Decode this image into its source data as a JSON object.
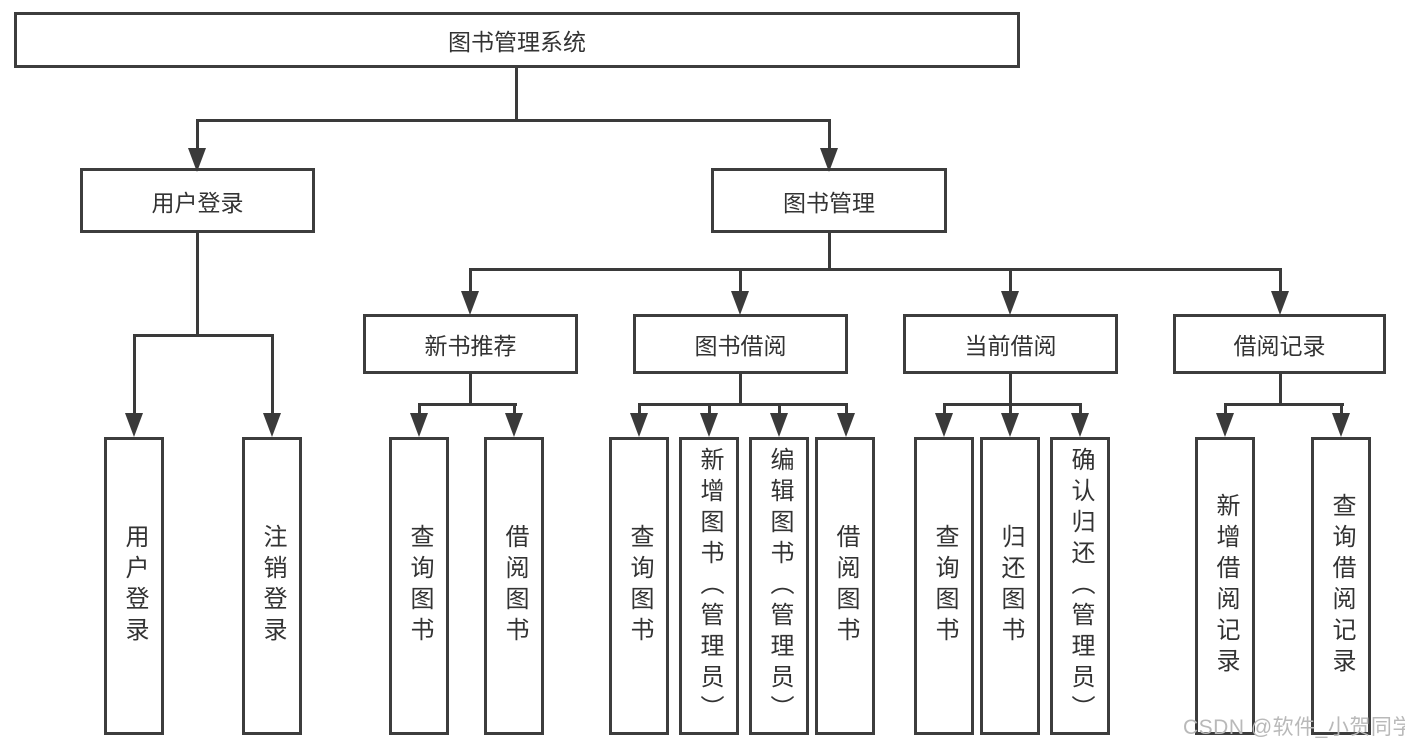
{
  "diagram": {
    "root": {
      "label": "图书管理系统"
    },
    "branches": [
      {
        "label": "用户登录",
        "children": [
          {
            "label": "用户登录"
          },
          {
            "label": "注销登录"
          }
        ]
      },
      {
        "label": "图书管理",
        "children": [
          {
            "label": "新书推荐",
            "children": [
              {
                "label": "查询图书"
              },
              {
                "label": "借阅图书"
              }
            ]
          },
          {
            "label": "图书借阅",
            "children": [
              {
                "label": "查询图书"
              },
              {
                "label": "新增图书（管理员）"
              },
              {
                "label": "编辑图书（管理员）"
              },
              {
                "label": "借阅图书"
              }
            ]
          },
          {
            "label": "当前借阅",
            "children": [
              {
                "label": "查询图书"
              },
              {
                "label": "归还图书"
              },
              {
                "label": "确认归还（管理员）"
              }
            ]
          },
          {
            "label": "借阅记录",
            "children": [
              {
                "label": "新增借阅记录"
              },
              {
                "label": "查询借阅记录"
              }
            ]
          }
        ]
      }
    ],
    "watermark": "CSDN @软件_小贺同学",
    "colors": {
      "line": "#3a3a3a",
      "border": "#3d3d3d",
      "text": "#333333",
      "watermark": "#b9b9b9",
      "background": "#ffffff"
    }
  }
}
